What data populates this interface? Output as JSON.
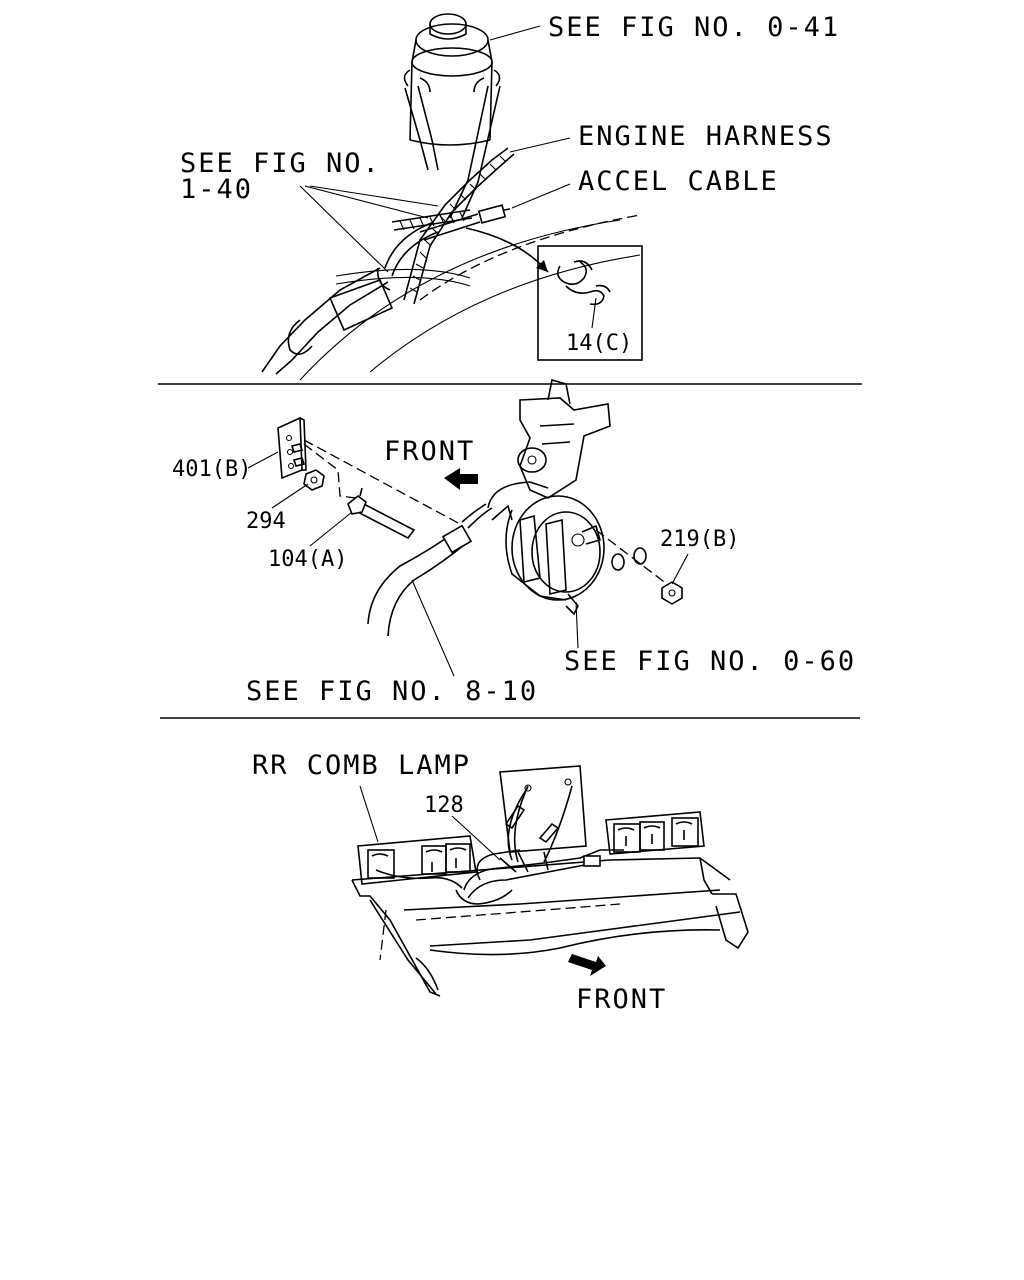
{
  "panel1": {
    "see_fig_041": "SEE FIG NO. 0-41",
    "engine_harness": "ENGINE HARNESS",
    "accel_cable": "ACCEL CABLE",
    "see_fig_140_line1": "SEE FIG NO.",
    "see_fig_140_line2": "1-40",
    "part_14c": "14(C)"
  },
  "panel2": {
    "front": "FRONT",
    "part_401b": "401(B)",
    "part_294": "294",
    "part_104a": "104(A)",
    "part_219b": "219(B)",
    "see_fig_060": "SEE FIG NO. 0-60",
    "see_fig_810": "SEE FIG NO. 8-10"
  },
  "panel3": {
    "rr_comb_lamp": "RR COMB LAMP",
    "part_128": "128",
    "front": "FRONT"
  }
}
